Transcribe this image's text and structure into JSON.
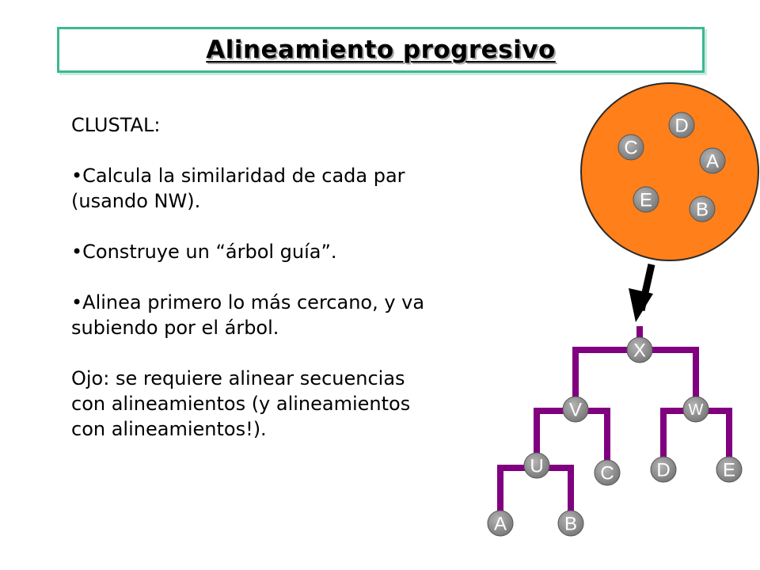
{
  "title": "Alineamiento progresivo",
  "text": {
    "heading": "CLUSTAL:",
    "bullet_1_line_1": "•Calcula la similaridad de cada par",
    "bullet_1_line_2": "(usando NW).",
    "bullet_2": "•Construye un “árbol guía”.",
    "bullet_3_line_1": "•Alinea primero lo más cercano, y va",
    "bullet_3_line_2": "subiendo por el árbol.",
    "note_line_1": "Ojo: se requiere alinear secuencias",
    "note_line_2": "con alineamientos (y alineamientos",
    "note_line_3": "con alineamientos!)."
  },
  "sequence_pool": {
    "nodes": [
      "D",
      "C",
      "A",
      "E",
      "B"
    ]
  },
  "guide_tree": {
    "root": "X",
    "internal": [
      "V",
      "W",
      "U"
    ],
    "leaves": [
      "C",
      "D",
      "E",
      "A",
      "B"
    ]
  },
  "colors": {
    "title_border": "#3cb893",
    "pool_fill": "#ff7f1a",
    "tree_line": "#800080",
    "node_fill": "#8c8c8c",
    "arrow": "#000000"
  }
}
